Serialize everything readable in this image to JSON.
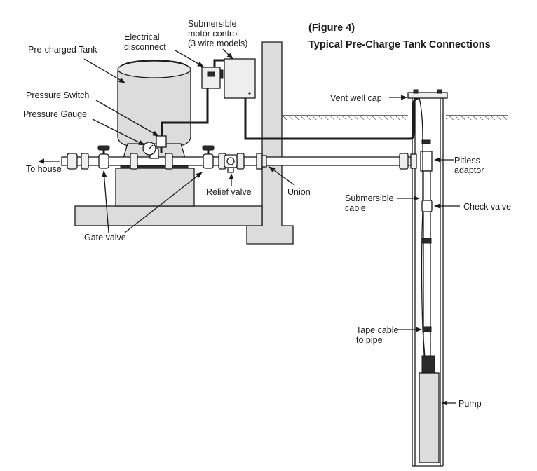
{
  "figure": {
    "number": "(Figure 4)",
    "title": "Typical Pre-Charge Tank Connections"
  },
  "labels": {
    "pre_charged_tank": "Pre-charged Tank",
    "electrical_disconnect_1": "Electrical",
    "electrical_disconnect_2": "disconnect",
    "motor_control_1": "Submersible",
    "motor_control_2": "motor control",
    "motor_control_3": "(3 wire models)",
    "pressure_switch": "Pressure Switch",
    "pressure_gauge": "Pressure Gauge",
    "to_house": "To house",
    "relief_valve": "Relief valve",
    "union": "Union",
    "gate_valve": "Gate valve",
    "vent_well_cap": "Vent well cap",
    "pitless_1": "Pitless",
    "pitless_2": "adaptor",
    "submersible_cable_1": "Submersible",
    "submersible_cable_2": "cable",
    "check_valve": "Check valve",
    "tape_cable_1": "Tape cable",
    "tape_cable_2": "to pipe",
    "pump": "Pump"
  }
}
